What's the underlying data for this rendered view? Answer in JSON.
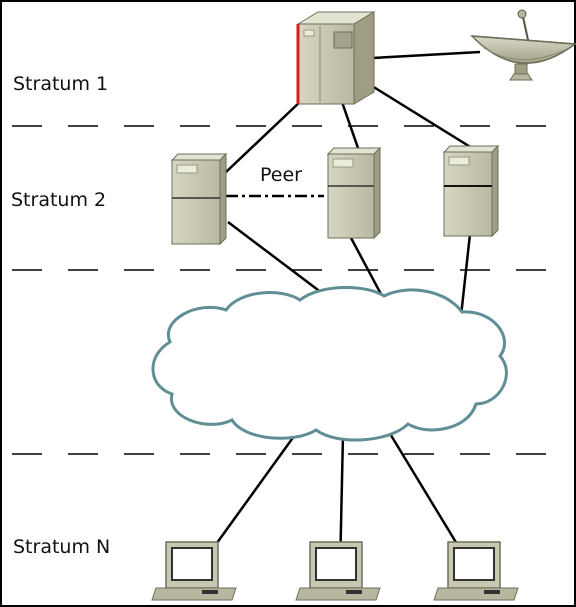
{
  "labels": {
    "stratum_1": "Stratum 1",
    "stratum_2": "Stratum 2",
    "stratum_n": "Stratum N",
    "peer": "Peer"
  },
  "colors": {
    "border": "#000000",
    "divider": "#000000",
    "link": "#000000",
    "server_face": "#c9c9b3",
    "server_side": "#9e9e84",
    "server_top": "#e3e3d2",
    "stratum1_accent": "#cc2222",
    "cloud_fill": "#ffffff",
    "cloud_stroke": "#5f8f95",
    "satellite": "#b7b7a0",
    "workstation_body": "#c9c9b3",
    "screen": "#ffffff"
  },
  "icons": [
    "satellite-dish-icon",
    "server-icon",
    "network-cloud-icon",
    "workstation-icon"
  ]
}
